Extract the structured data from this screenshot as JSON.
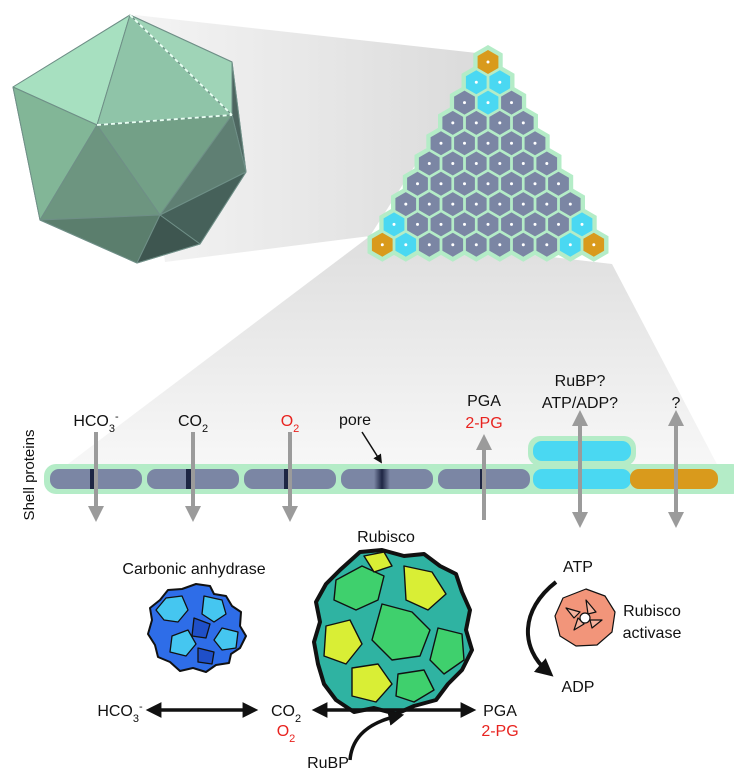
{
  "shell": {
    "side_label": "Shell proteins",
    "metabolites": [
      {
        "main": "HCO",
        "sub": "3",
        "sup": "-",
        "color": "#111111",
        "direction": "in"
      },
      {
        "main": "CO",
        "sub": "2",
        "sup": "",
        "color": "#111111",
        "direction": "in"
      },
      {
        "main": "O",
        "sub": "2",
        "sup": "",
        "color": "#e8231f",
        "direction": "in"
      },
      {
        "main": "",
        "sub": "",
        "sup": "",
        "color": "#111111",
        "direction": "in"
      },
      {
        "main": "PGA",
        "second": "2-PG",
        "color": "#111111",
        "second_color": "#e8231f",
        "direction": "out"
      },
      {
        "main": "RuBP?",
        "second": "ATP/ADP?",
        "color": "#111111",
        "second_color": "#111111",
        "direction": "both"
      },
      {
        "main": "?",
        "color": "#111111",
        "direction": "both"
      }
    ],
    "pore_label": "pore"
  },
  "enzymes": {
    "carbonic_anhydrase": "Carbonic anhydrase",
    "rubisco": "Rubisco",
    "activase_line1": "Rubisco",
    "activase_line2": "activase",
    "atp": "ATP",
    "adp": "ADP"
  },
  "reaction": {
    "hco3_main": "HCO",
    "hco3_sub": "3",
    "hco3_sup": "-",
    "co2_main": "CO",
    "co2_sub": "2",
    "o2_main": "O",
    "o2_sub": "2",
    "pga": "PGA",
    "pg2": "2-PG",
    "rubp": "RuBP"
  },
  "colors": {
    "shell_green": "#b4ecc7",
    "hexamer_slate": "#7b86a4",
    "pentamer_orange": "#d99a1c",
    "trimer_cyan": "#4ad8f2",
    "red": "#e8231f",
    "arrow_gray": "#9b9b9b",
    "ca_blue": "#2e6de8",
    "ca_light": "#45c6f0",
    "rubisco_teal": "#2fb3a2",
    "rubisco_green": "#3fd06d",
    "rubisco_yellow": "#d9ee35",
    "activase_salmon": "#f2957a"
  }
}
